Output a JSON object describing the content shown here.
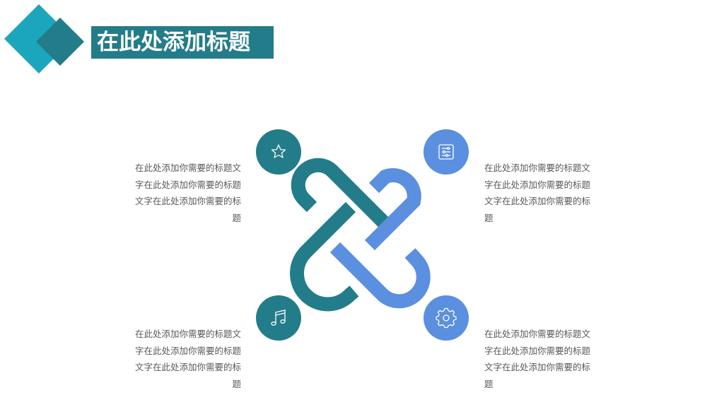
{
  "title": "在此处添加标题",
  "colors": {
    "teal_dark": "#237c89",
    "teal_light": "#1ba6bd",
    "blue": "#5b8fdf",
    "text": "#595959"
  },
  "items": [
    {
      "position": "top-left",
      "icon": "star-icon",
      "text": "在此处添加你需要的标题文字在此处添加你需要的标题文字在此处添加你需要的标题"
    },
    {
      "position": "top-right",
      "icon": "sliders-icon",
      "text": "在此处添加你需要的标题文字在此处添加你需要的标题文字在此处添加你需要的标题"
    },
    {
      "position": "bottom-left",
      "icon": "music-note-icon",
      "text": "在此处添加你需要的标题文字在此处添加你需要的标题文字在此处添加你需要的标题"
    },
    {
      "position": "bottom-right",
      "icon": "gear-icon",
      "text": "在此处添加你需要的标题文字在此处添加你需要的标题文字在此处添加你需要的标题"
    }
  ]
}
